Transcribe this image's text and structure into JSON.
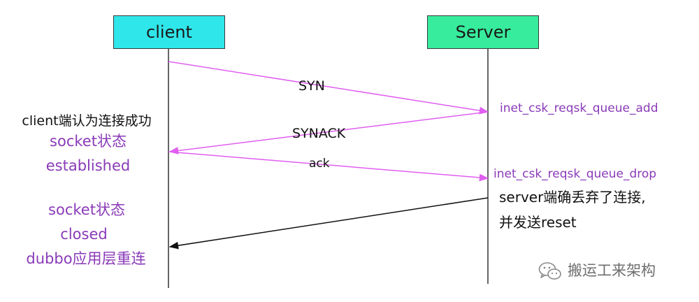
{
  "participants": {
    "client": "client",
    "server": "Server"
  },
  "messages": {
    "syn": "SYN",
    "synack": "SYNACK",
    "ack": "ack"
  },
  "server_notes": {
    "queue_add": "inet_csk_reqsk_queue_add",
    "queue_drop": "inet_csk_reqsk_queue_drop",
    "drop_line1": "server端确丢弃了连接,",
    "drop_line2": "并发送reset"
  },
  "client_notes": {
    "success": "client端认为连接成功",
    "state_label_1": "socket状态",
    "state_established": "established",
    "state_label_2": "socket状态",
    "state_closed": "closed",
    "reconnect": "dubbo应用层重连"
  },
  "watermark": {
    "icon": "wechat-icon",
    "text": "搬运工来架构"
  },
  "colors": {
    "client_box": "#2fe6ea",
    "server_box": "#37ec9c",
    "arrow_magenta": "#e05ef0",
    "note_purple": "#8a3ab8",
    "reset_arrow": "#111111"
  }
}
